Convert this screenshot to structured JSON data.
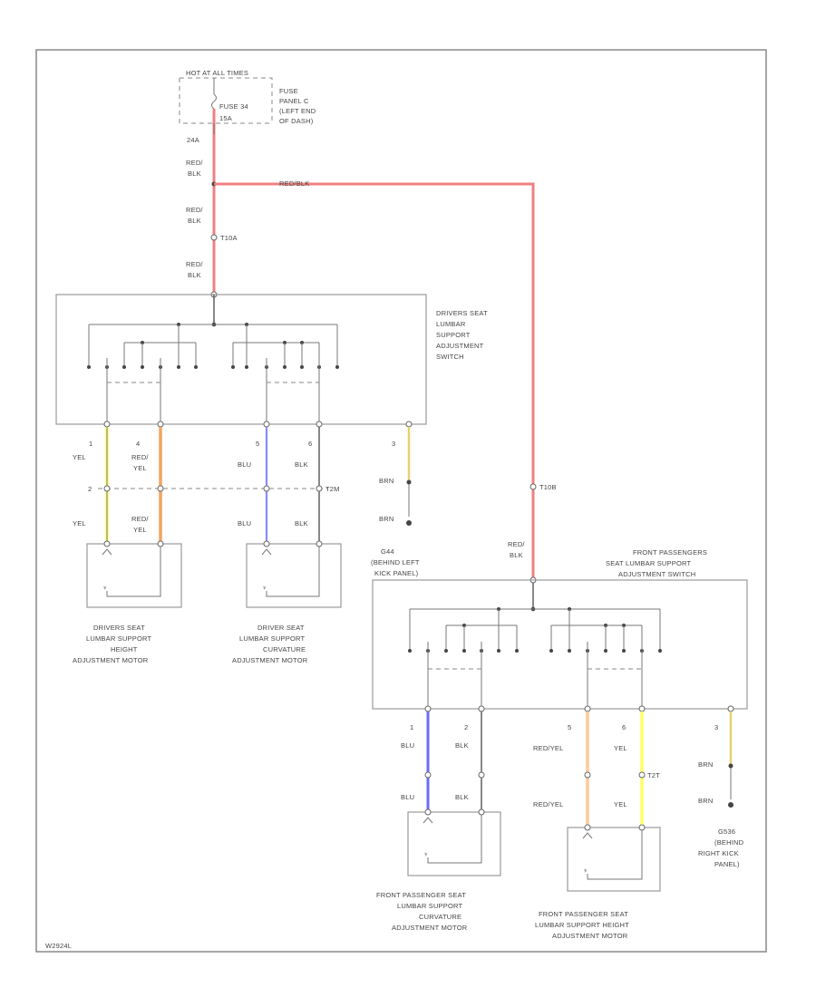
{
  "power": {
    "hot_label": "HOT AT ALL TIMES",
    "fuse_name": "FUSE 34",
    "fuse_rating": "15A",
    "fuse_location": [
      "FUSE",
      "PANEL C",
      "(LEFT END",
      "OF DASH)"
    ]
  },
  "wires": {
    "main_pin": "24A",
    "red_blk": [
      "RED/",
      "BLK"
    ],
    "red_blk_inline": "RED/BLK",
    "red_blk_slash": "RED/",
    "blk": "BLK",
    "connector_t10a": "T10A",
    "connector_t10b": "T10B",
    "connector_t2m": "T2M",
    "connector_t2t": "T2T"
  },
  "driver_switch": {
    "label": [
      "DRIVERS SEAT",
      "LUMBAR",
      "SUPPORT",
      "ADJUSTMENT",
      "SWITCH"
    ],
    "pins": [
      "1",
      "4",
      "5",
      "6",
      "3"
    ],
    "wire_yel": "YEL",
    "wire_redyel": [
      "RED/",
      "YEL"
    ],
    "wire_blu": "BLU",
    "wire_blk": "BLK",
    "wire_brn": "BRN",
    "inline_pin": "2"
  },
  "driver_ground": {
    "label": [
      "G44",
      "(BEHIND LEFT",
      "KICK PANEL)"
    ]
  },
  "driver_motors": {
    "height": [
      "DRIVERS SEAT",
      "LUMBAR SUPPORT",
      "HEIGHT",
      "ADJUSTMENT MOTOR"
    ],
    "curvature": [
      "DRIVER SEAT",
      "LUMBAR SUPPORT",
      "CURVATURE",
      "ADJUSTMENT MOTOR"
    ]
  },
  "passenger_switch": {
    "label": [
      "FRONT PASSENGERS",
      "SEAT LUMBAR SUPPORT",
      "ADJUSTMENT SWITCH"
    ],
    "pins": [
      "1",
      "2",
      "5",
      "6",
      "3"
    ],
    "wire_blu": "BLU",
    "wire_blk": "BLK",
    "wire_redyel": "RED/YEL",
    "wire_yel": "YEL",
    "wire_brn": "BRN"
  },
  "passenger_ground": {
    "label": [
      "G536",
      "(BEHIND",
      "RIGHT KICK",
      "PANEL)"
    ]
  },
  "passenger_motors": {
    "curvature": [
      "FRONT PASSENGER SEAT",
      "LUMBAR SUPPORT",
      "CURVATURE",
      "ADJUSTMENT MOTOR"
    ],
    "height": [
      "FRONT PASSENGER SEAT",
      "LUMBAR SUPPORT HEIGHT",
      "ADJUSTMENT MOTOR"
    ]
  },
  "footer": {
    "code": "W2924L"
  },
  "colors": {
    "wire_red": "#f08080",
    "wire_yellow": "#ffff66",
    "wire_orange": "#f4a460",
    "wire_light_orange": "#ffc89a",
    "wire_blue": "#8a8aff",
    "wire_dark_blue": "#6a6aff",
    "wire_brown_yellow": "#e8d070"
  }
}
